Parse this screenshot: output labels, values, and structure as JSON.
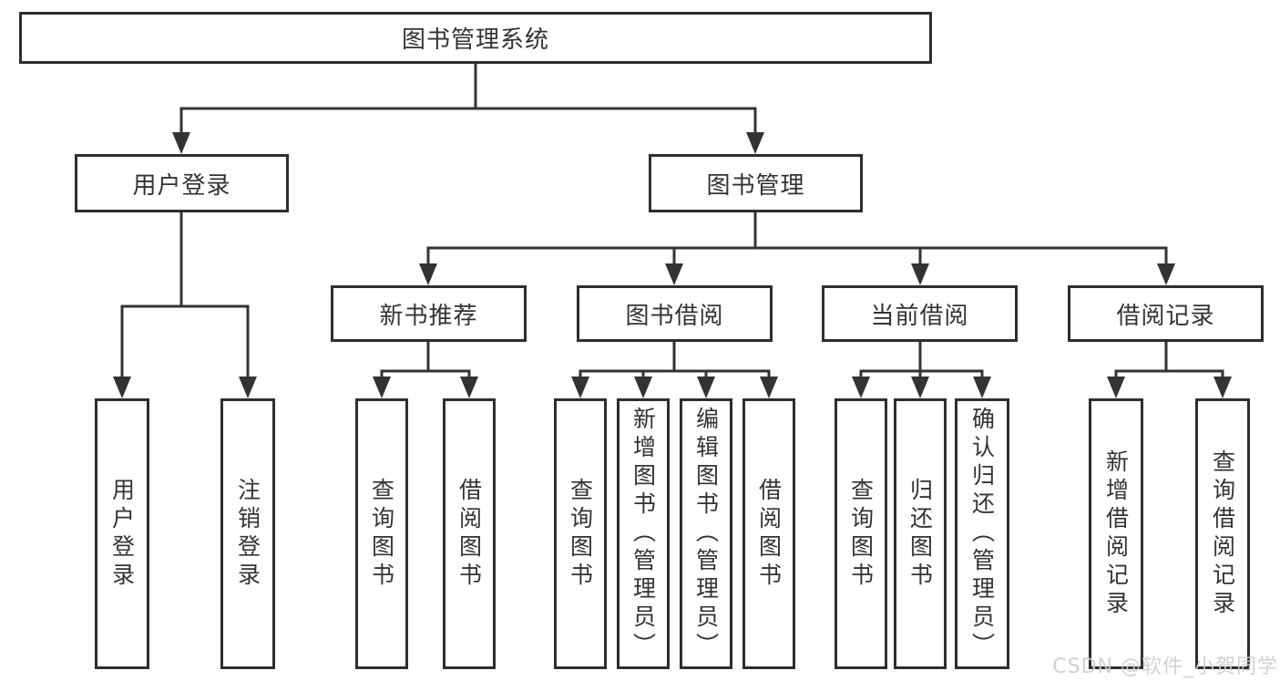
{
  "colors": {
    "line": "#333333",
    "box_border": "#2e2e2e",
    "box_background": "#ffffff",
    "text": "#333333",
    "watermark_text": "#cecece"
  },
  "watermark": {
    "label": "CSDN @软件_小贺同学"
  },
  "tree": {
    "root": {
      "label": "图书管理系统"
    },
    "branches": [
      {
        "label": "用户登录",
        "leaves": [
          "用户登录",
          "注销登录"
        ]
      },
      {
        "label": "图书管理",
        "groups": [
          {
            "label": "新书推荐",
            "leaves": [
              "查询图书",
              "借阅图书"
            ]
          },
          {
            "label": "图书借阅",
            "leaves": [
              "查询图书",
              "新增图书（管理员）",
              "编辑图书（管理员）",
              "借阅图书"
            ]
          },
          {
            "label": "当前借阅",
            "leaves": [
              "查询图书",
              "归还图书",
              "确认归还（管理员）"
            ]
          },
          {
            "label": "借阅记录",
            "leaves": [
              "新增借阅记录",
              "查询借阅记录"
            ]
          }
        ]
      }
    ]
  }
}
